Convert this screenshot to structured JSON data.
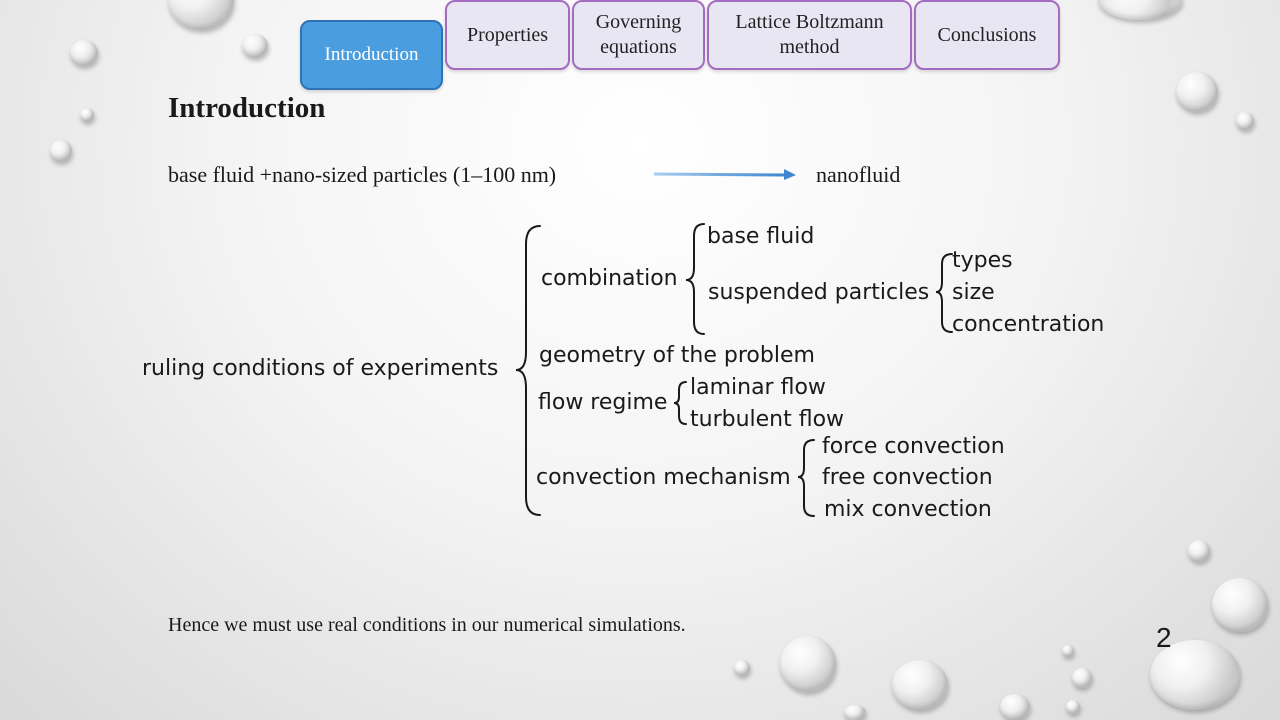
{
  "nav": {
    "tabs": [
      {
        "label": "Introduction",
        "active": true
      },
      {
        "label": "Properties"
      },
      {
        "label": "Governing equations"
      },
      {
        "label": "Lattice Boltzmann method"
      },
      {
        "label": "Conclusions"
      }
    ]
  },
  "slide": {
    "title": "Introduction",
    "definition": {
      "left": "base fluid +nano-sized particles (1–100 nm)",
      "right": "nanofluid"
    },
    "tree": {
      "root": "ruling conditions of experiments",
      "combination": "combination",
      "base_fluid": "base fluid",
      "suspended_particles": "suspended particles",
      "types": "types",
      "size": "size",
      "concentration": "concentration",
      "geometry": "geometry of the problem",
      "flow_regime": "flow regime",
      "laminar": "laminar flow",
      "turbulent": "turbulent flow",
      "convection_mechanism": "convection mechanism",
      "force_convection": "force convection",
      "free_convection": "free convection",
      "mix_convection": "mix convection"
    },
    "conclusion": "Hence we must use real conditions in our numerical simulations.",
    "page_number": "2"
  },
  "colors": {
    "active_tab": "#4a9ee0",
    "tab_border": "#a46cc0",
    "arrow": "#4a8fd4"
  }
}
